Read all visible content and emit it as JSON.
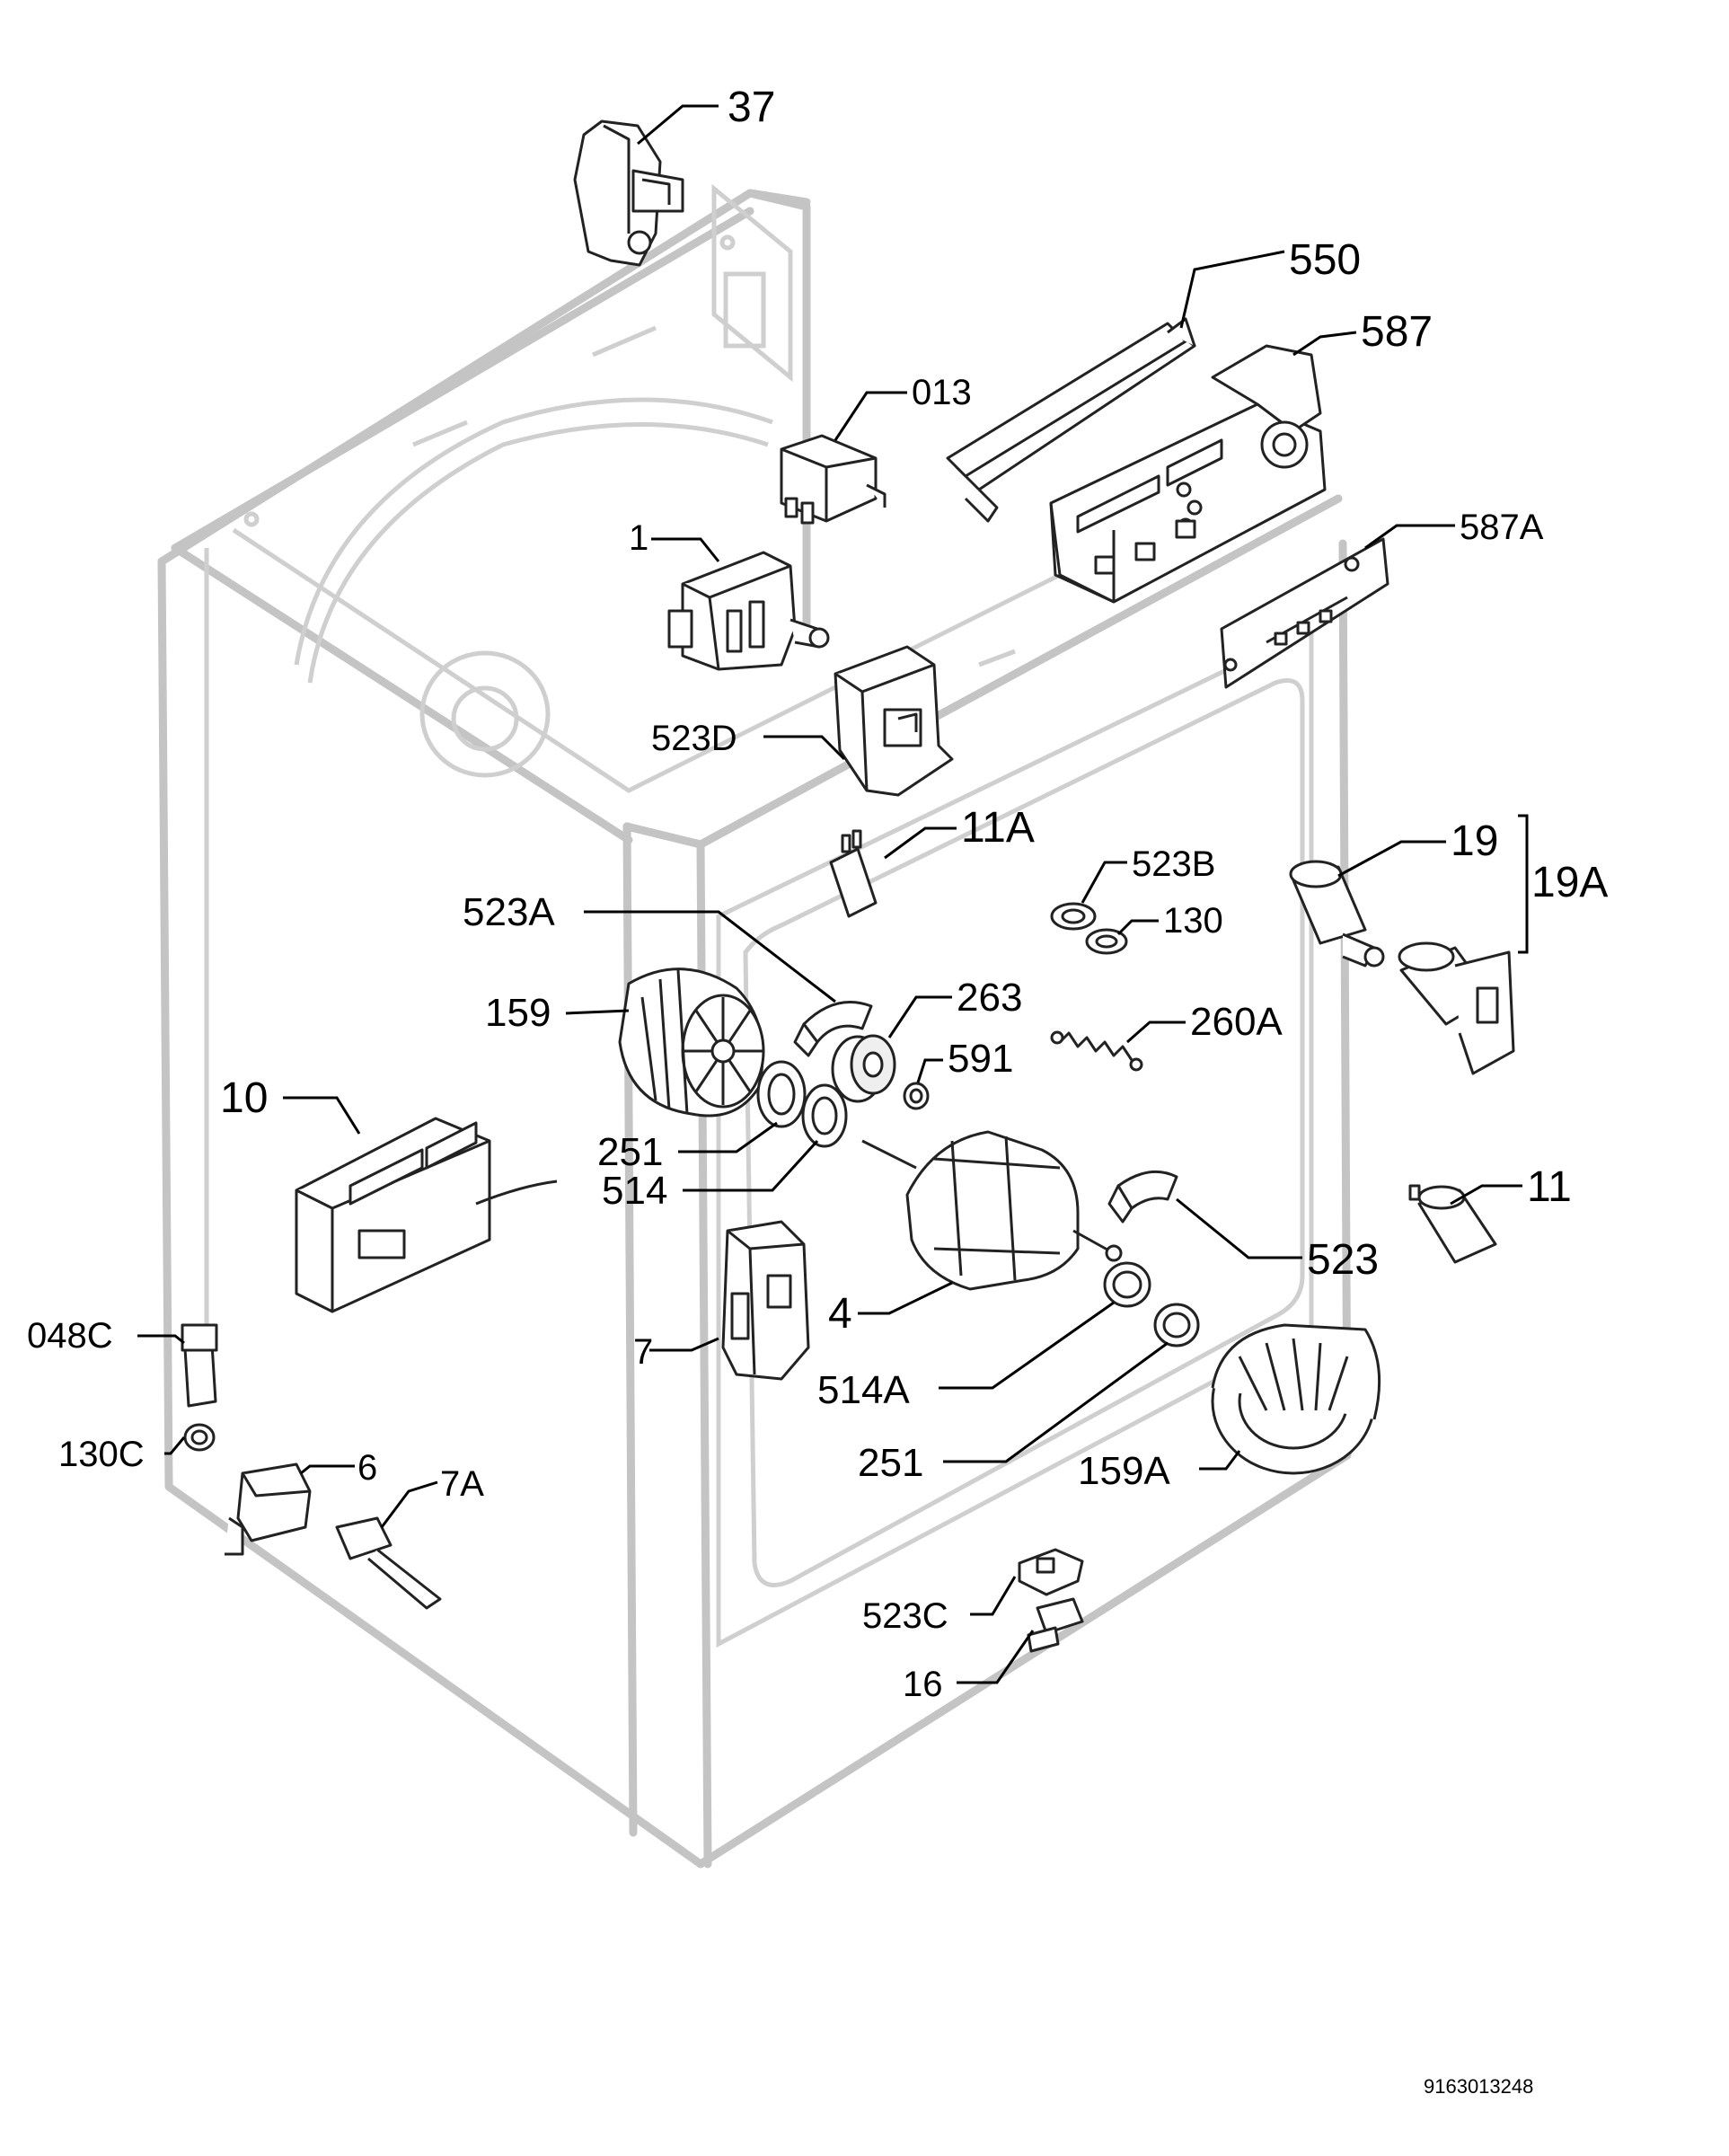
{
  "parts": {
    "p37": "37",
    "p550": "550",
    "p587": "587",
    "p013": "013",
    "p587A": "587A",
    "p1": "1",
    "p523D": "523D",
    "p11A": "11A",
    "p19": "19",
    "p19A": "19A",
    "p523B": "523B",
    "p130": "130",
    "p523A": "523A",
    "p263": "263",
    "p260A": "260A",
    "p159": "159",
    "p591": "591",
    "p10": "10",
    "p251a": "251",
    "p514": "514",
    "p11": "11",
    "p523": "523",
    "p4": "4",
    "p048C": "048C",
    "p7": "7",
    "p514A": "514A",
    "p130C": "130C",
    "p6": "6",
    "p7A": "7A",
    "p251b": "251",
    "p159A": "159A",
    "p523C": "523C",
    "p16": "16"
  },
  "reference_code": "9163013248"
}
